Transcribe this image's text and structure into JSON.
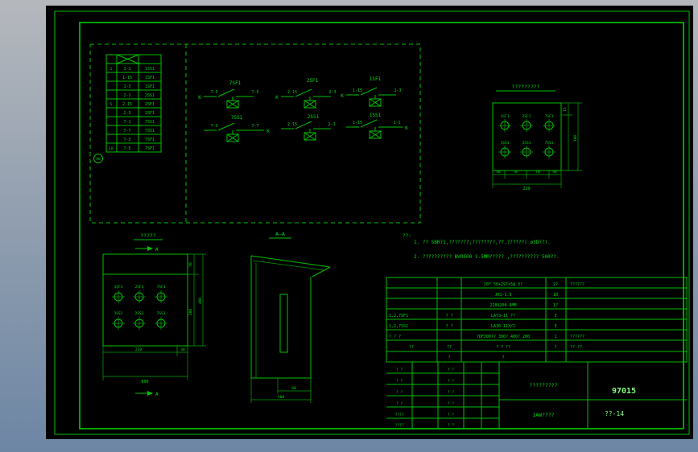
{
  "colors": {
    "canvas_bg": "#000000",
    "line_green": "#00c000",
    "text_green": "#00dc14",
    "bright_green": "#7dff7d"
  },
  "terminal": {
    "markers": [
      "1",
      "5",
      "10"
    ],
    "badge": "A0",
    "rows": [
      {
        "n": "1-1",
        "t": "1SS1"
      },
      {
        "n": "1-15",
        "t": "1SF1"
      },
      {
        "n": "1-3",
        "t": "1SF1"
      },
      {
        "n": "2-1",
        "t": "2SS1"
      },
      {
        "n": "2-15",
        "t": "2SF1"
      },
      {
        "n": "2-3",
        "t": "2SF1"
      },
      {
        "n": "7-1",
        "t": "7SS1"
      },
      {
        "n": "7-7",
        "t": "7SS1"
      },
      {
        "n": "7-3",
        "t": "7SF1"
      },
      {
        "n": "7-5",
        "t": "7SF1"
      }
    ]
  },
  "switches": [
    {
      "top": "7SF1",
      "tk": "K",
      "tl": "7-3",
      "tr": "7-5",
      "bottom": "7SS1",
      "bl": "7-3",
      "br": "7-7",
      "bk": "K"
    },
    {
      "top": "2SF1",
      "tk": "K",
      "tl": "2-15",
      "tr": "2-3",
      "bottom": "2SS1",
      "bl": "2-15",
      "br": "2-1",
      "bk": ""
    },
    {
      "top": "1SF1",
      "tk": "K",
      "tl": "1-15",
      "tr": "1-3",
      "bottom": "1SS1",
      "bl": "1-15",
      "br": "1-1",
      "bk": "K"
    }
  ],
  "panel": {
    "title": "?????????",
    "r1": [
      "1SF1",
      "2SF1",
      "7SF1"
    ],
    "r2": [
      "1SS1",
      "2SS1",
      "7SS1"
    ],
    "dim_b": [
      "40",
      "70",
      "70",
      "40"
    ],
    "dim_bt": "220",
    "dim_r1": "15",
    "dim_rt": "100"
  },
  "front": {
    "title": "?????",
    "sec": "A",
    "r1": [
      "1SF1",
      "2SF1",
      "7SF1"
    ],
    "r2": [
      "1SS1",
      "2SS1",
      "7SS1"
    ],
    "d_b1": "220",
    "d_b2": "30",
    "d_bt": "800",
    "d_r1": "50",
    "d_r2": "200",
    "d_rt": "400"
  },
  "section": {
    "title": "A—A",
    "d1": "60",
    "d2": "100"
  },
  "notes": {
    "head": "??:",
    "l1": "1. ?? SBR?1,???????,????????,??.??????(   ø3D??).",
    "l2": "2. ??????????  BVR500 1.5MM?????  ,??????????   500??."
  },
  "bom": {
    "rows": [
      [
        "",
        "",
        "20?  50+297+5@ 3?",
        "2?",
        "??????"
      ],
      [
        "",
        "",
        "JH1-1.5",
        "10",
        ""
      ],
      [
        "",
        "",
        "220X200   6MM",
        "1?",
        ""
      ],
      [
        "1,2,7SF1",
        "? ?",
        "LAY3-11  ??",
        "3",
        ""
      ],
      [
        "1,2,7SS1",
        "? ?",
        "LA30-11X/2",
        "3",
        ""
      ],
      [
        "? ? ?",
        "",
        "?DF300?? 300? 400? 200",
        "1",
        "??????"
      ],
      [
        "??",
        "??",
        "? ? ??",
        "?",
        "?? ??"
      ],
      [
        "",
        "?",
        "?",
        "",
        ""
      ]
    ]
  },
  "tb": {
    "project": "?????????",
    "drawing": "1AW????",
    "code": "97015",
    "sheet": "??-14",
    "l": [
      [
        "? ?",
        "? ?"
      ],
      [
        "? ?",
        "? ?"
      ],
      [
        "? ?",
        "? ?"
      ],
      [
        "? ?",
        "? ?"
      ],
      [
        "????",
        "? ?"
      ],
      [
        "????",
        "? ?"
      ]
    ]
  }
}
